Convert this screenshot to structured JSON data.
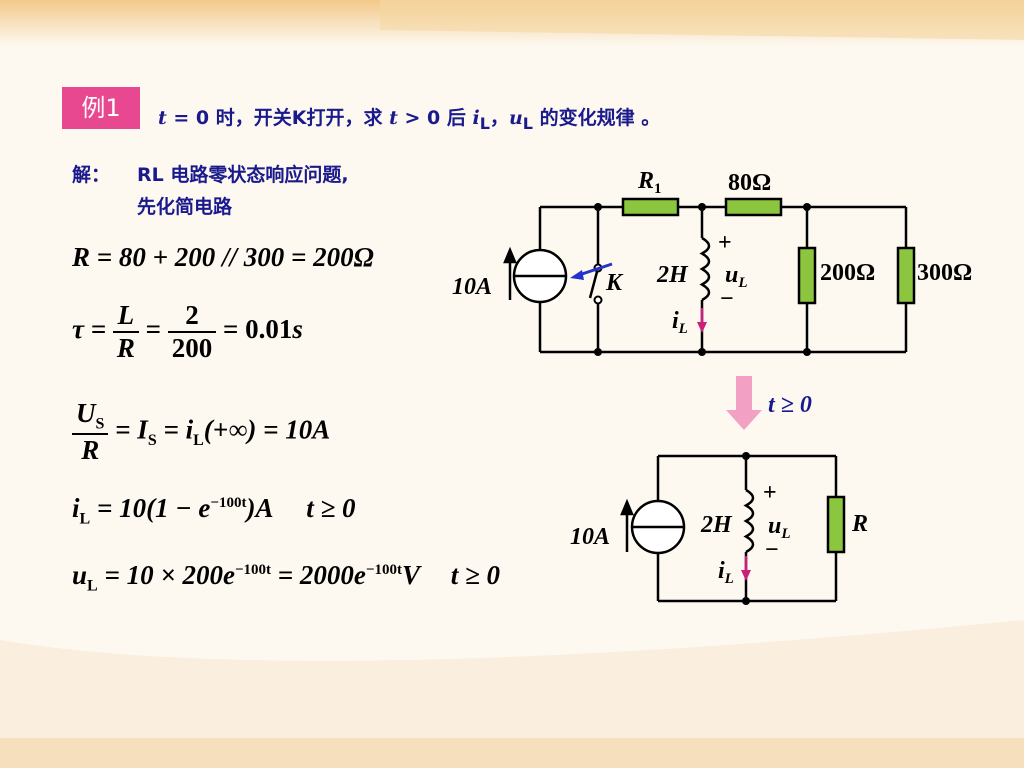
{
  "slide": {
    "tag": "例1",
    "title_parts": [
      "t",
      " = 0 时，开关K打开，求 ",
      "t",
      " > 0 后 ",
      "i",
      "L",
      "，",
      "u",
      "L",
      " 的变化规律 。"
    ],
    "solution_label": "解：",
    "solution_line1": "RL 电路零状态响应问题,",
    "solution_line2": "先化简电路"
  },
  "equations": {
    "eq1": "R = 80 + 200 // 300 = 200Ω",
    "eq2": {
      "lhs": "τ =",
      "f1_num": "L",
      "f1_den": "R",
      "eq": "=",
      "f2_num": "2",
      "f2_den": "200",
      "rhs": "= 0.01",
      "unit": "s"
    },
    "eq3": {
      "f_num": "U",
      "f_num_sub": "S",
      "f_den": "R",
      "mid": "= I",
      "mid_sub": "S",
      "mid2": "= i",
      "mid2_sub": "L",
      "rhs": "(+∞) = 10A"
    },
    "eq4": {
      "lhs": "i",
      "lhs_sub": "L",
      "body": "= 10(1 − e",
      "exp": "−100t",
      "tail": ")A",
      "cond": "t ≥ 0"
    },
    "eq5": {
      "lhs": "u",
      "lhs_sub": "L",
      "body": "= 10 × 200e",
      "exp": "−100t",
      "mid": "= 2000e",
      "exp2": "−100t",
      "tail": "V",
      "cond": "t ≥ 0"
    }
  },
  "circuit1": {
    "r1_label": "R",
    "r1_sub": "1",
    "r80_label": "80Ω",
    "source_label": "10A",
    "switch_label": "K",
    "inductor_label": "2H",
    "ul_label": "u",
    "ul_sub": "L",
    "plus": "+",
    "minus": "−",
    "il_label": "i",
    "il_sub": "L",
    "r200_label": "200Ω",
    "r300_label": "300Ω"
  },
  "arrow_label": "t ≥ 0",
  "circuit2": {
    "source_label": "10A",
    "inductor_label": "2H",
    "ul_label": "u",
    "ul_sub": "L",
    "plus": "+",
    "minus": "−",
    "il_label": "i",
    "il_sub": "L",
    "r_label": "R"
  },
  "colors": {
    "tag_bg": "#e8488f",
    "title_text": "#1a1a8c",
    "resistor": "#8cc63f",
    "arrow": "#f2a0c4",
    "inductor_arrow": "#cc1f7a",
    "switch_arrow": "#2233cc"
  }
}
